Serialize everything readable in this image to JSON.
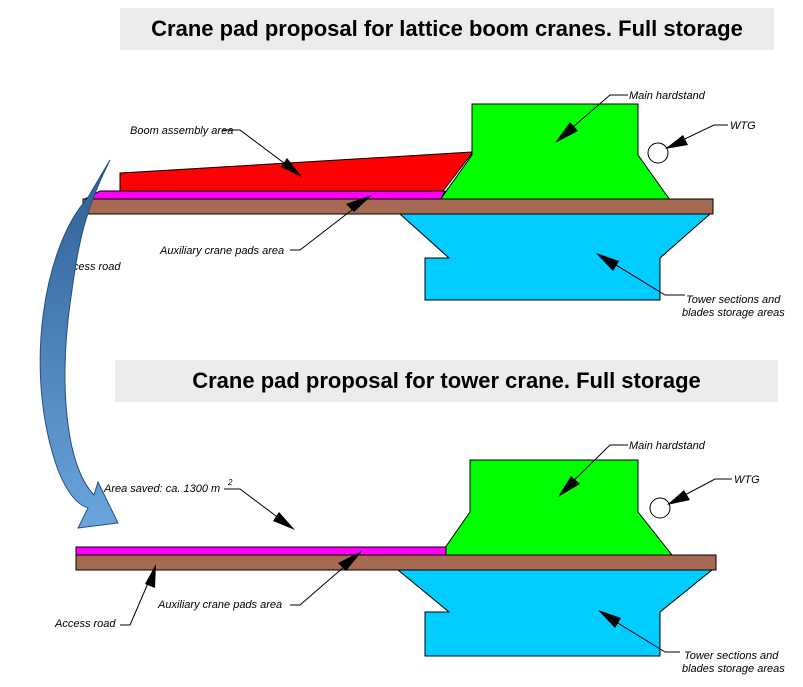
{
  "titles": {
    "top": "Crane pad proposal for lattice boom cranes. Full storage",
    "bottom": "Crane pad proposal for tower crane. Full storage"
  },
  "top_diagram": {
    "labels": {
      "main_hardstand": "Main hardstand",
      "wtg": "WTG",
      "boom_assembly": "Boom assembly area",
      "access_road": "Access road",
      "auxiliary_pads": "Auxiliary crane pads area",
      "storage_line1": "Tower sections and",
      "storage_line2": "blades storage areas"
    }
  },
  "bottom_diagram": {
    "labels": {
      "main_hardstand": "Main hardstand",
      "wtg": "WTG",
      "area_saved_prefix": "Area saved: ca. 1300 m",
      "area_saved_sup": "2",
      "access_road": "Access road",
      "auxiliary_pads": "Auxiliary crane pads area",
      "storage_line1": "Tower sections and",
      "storage_line2": "blades storage areas"
    }
  },
  "colors": {
    "hardstand": "#00ff00",
    "storage": "#00ccff",
    "road": "#a66a52",
    "auxiliary": "#ff00ff",
    "boom": "#ff0000",
    "arrow": "#4a7fbf",
    "title_bg": "#ececec"
  }
}
